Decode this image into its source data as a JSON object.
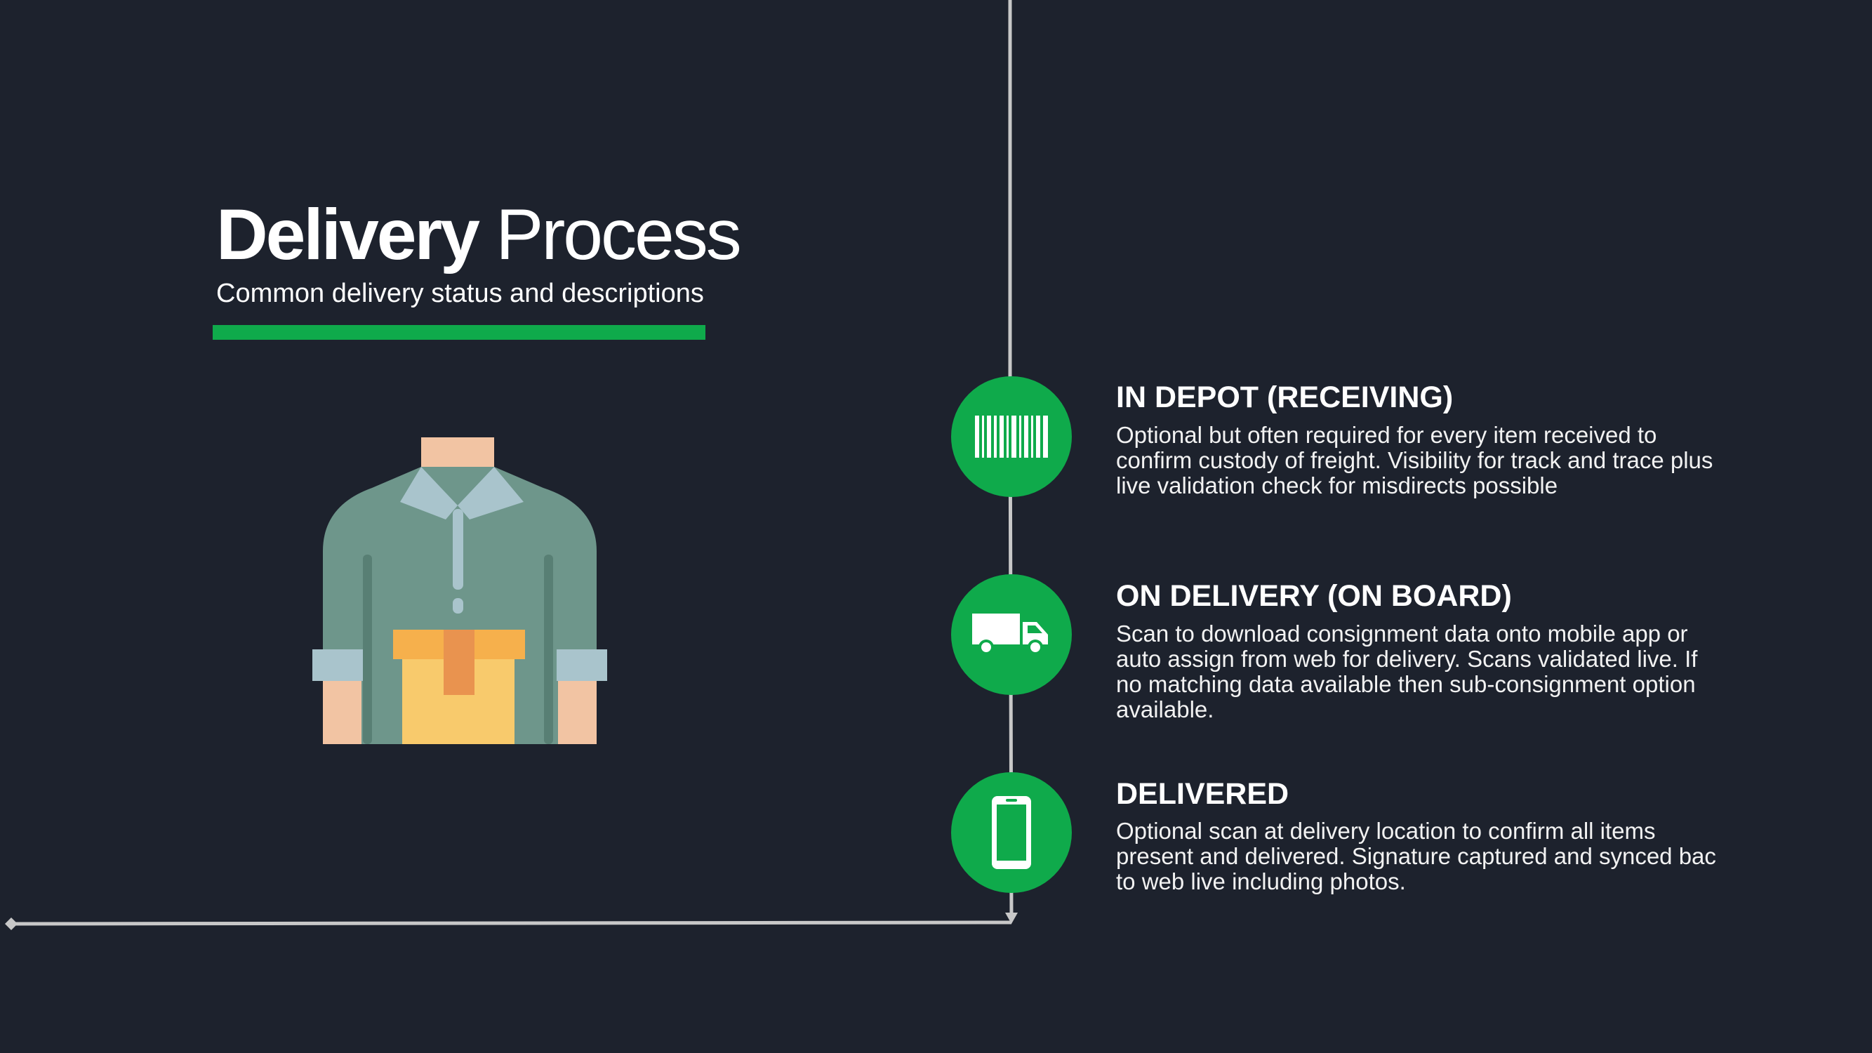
{
  "header": {
    "title_bold": "Delivery",
    "title_light": "Process",
    "subtitle": "Common delivery status and descriptions"
  },
  "colors": {
    "background": "#1d222d",
    "accent_green": "#0faa4b",
    "connector_line": "#c8c8c8",
    "text": "#ffffff"
  },
  "hero": {
    "icon": "delivery-person-holding-box-icon"
  },
  "steps": [
    {
      "icon": "barcode-icon",
      "title": "IN DEPOT (RECEIVING)",
      "description": "Optional but often required for every item received to confirm custody of freight. Visibility for track and trace plus live validation check for misdirects possible"
    },
    {
      "icon": "truck-icon",
      "title": "ON DELIVERY (ON BOARD)",
      "description": "Scan to download consignment data onto mobile app or auto assign from web for delivery. Scans validated live. If no matching data available then sub-consignment option available."
    },
    {
      "icon": "mobile-phone-icon",
      "title": "DELIVERED",
      "description": "Optional scan at delivery location to confirm all items present and delivered. Signature captured and synced bac to web live including photos."
    }
  ]
}
